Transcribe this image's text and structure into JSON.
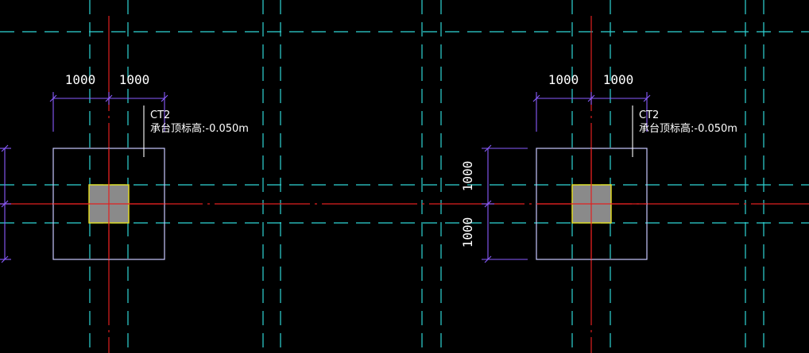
{
  "colors": {
    "background": "#000000",
    "beam_line": "#2fd6d6",
    "axis_line": "#e02020",
    "cap_outline": "#c8c8ff",
    "dimension": "#8a5cff",
    "column_fill": "#8a8a8a",
    "column_edge": "#e8e020",
    "leader": "#ffffff"
  },
  "caps": [
    {
      "id": "left",
      "name": "CT2",
      "elevation_label": "承台顶标高:-0.050m",
      "dim_left": "1000",
      "dim_right": "1000"
    },
    {
      "id": "right",
      "name": "CT2",
      "elevation_label": "承台顶标高:-0.050m",
      "dim_left": "1000",
      "dim_right": "1000",
      "dim_upper": "1000",
      "dim_lower": "1000"
    }
  ]
}
